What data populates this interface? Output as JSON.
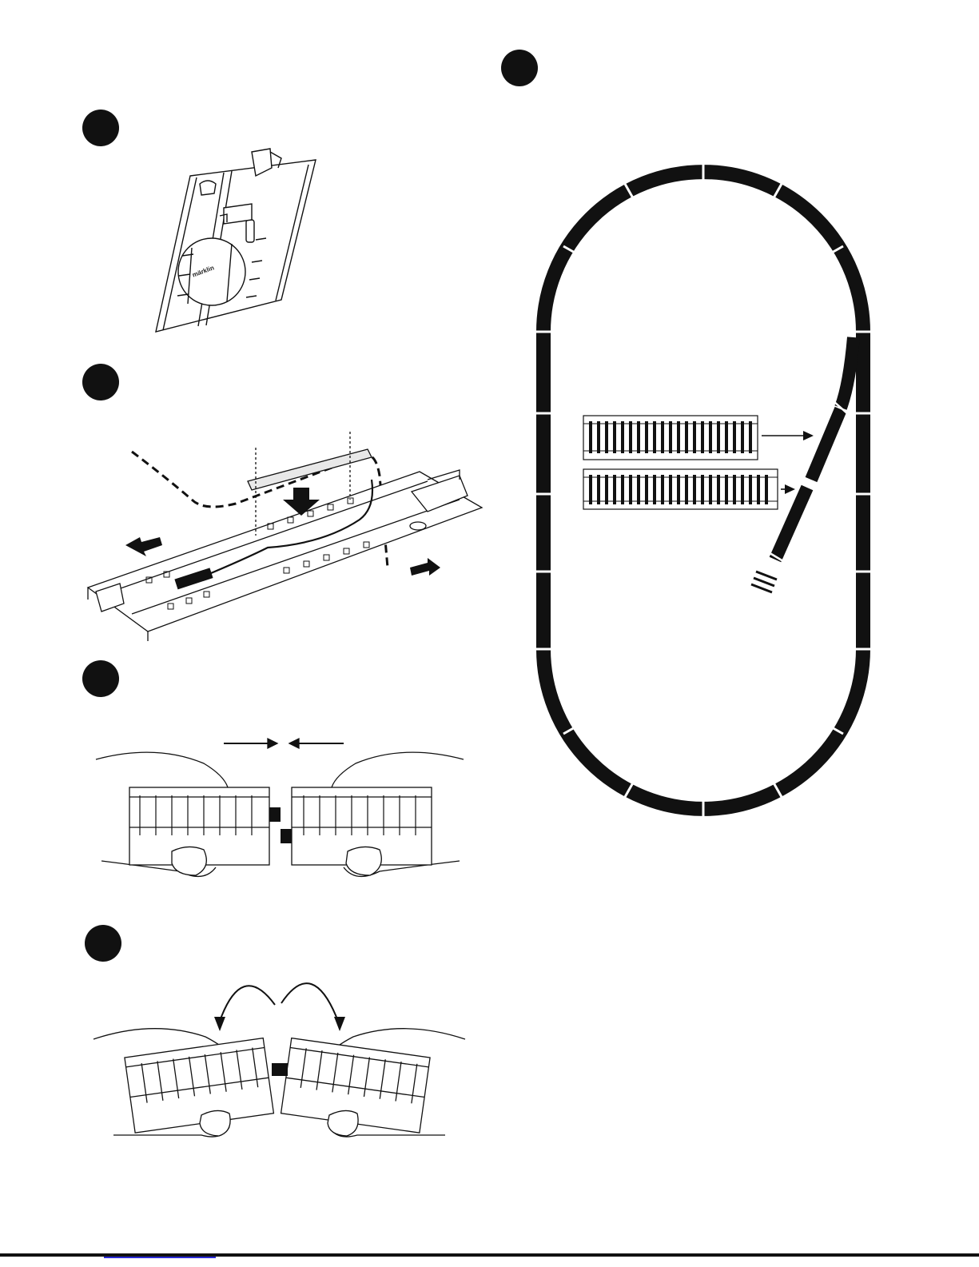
{
  "page": {
    "figures": [
      {
        "id": "step-1",
        "icon": "track-underside-illustration"
      },
      {
        "id": "step-2",
        "icon": "track-circuit-insert-illustration"
      },
      {
        "id": "step-3",
        "icon": "track-join-illustration"
      },
      {
        "id": "step-4",
        "icon": "track-separate-illustration"
      },
      {
        "id": "step-5",
        "icon": "oval-layout-diagram"
      }
    ],
    "brand_mark": "märklin",
    "colors": {
      "ink": "#111111",
      "paper": "#ffffff",
      "link": "#2a2ad8"
    }
  }
}
